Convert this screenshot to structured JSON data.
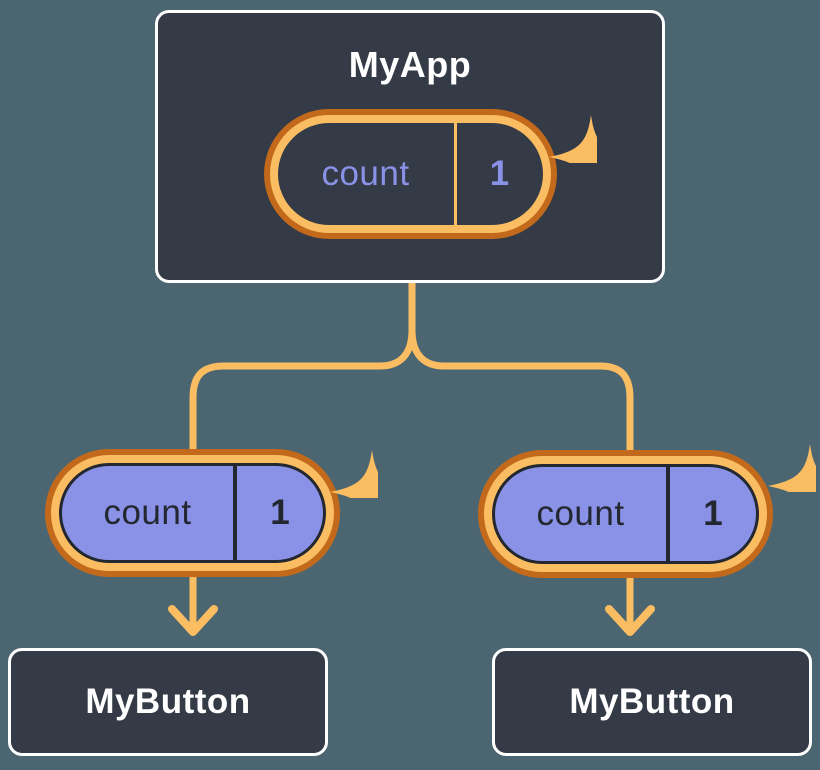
{
  "root": {
    "title": "MyApp",
    "state": {
      "label": "count",
      "value": "1"
    }
  },
  "children": [
    {
      "title": "MyButton",
      "state": {
        "label": "count",
        "value": "1"
      }
    },
    {
      "title": "MyButton",
      "state": {
        "label": "count",
        "value": "1"
      }
    }
  ],
  "colors": {
    "background": "#4C6671",
    "node_fill": "#343A46",
    "node_border": "#FFFFFF",
    "node_text": "#FFFFFF",
    "pill_ring_outer": "#C2691B",
    "pill_ring_inner": "#FABD62",
    "pill_fill_purple": "#8A92E8",
    "pill_text_dark": "#23272F",
    "pill_text_purple": "#8A92E8",
    "connector": "#FABD62"
  }
}
